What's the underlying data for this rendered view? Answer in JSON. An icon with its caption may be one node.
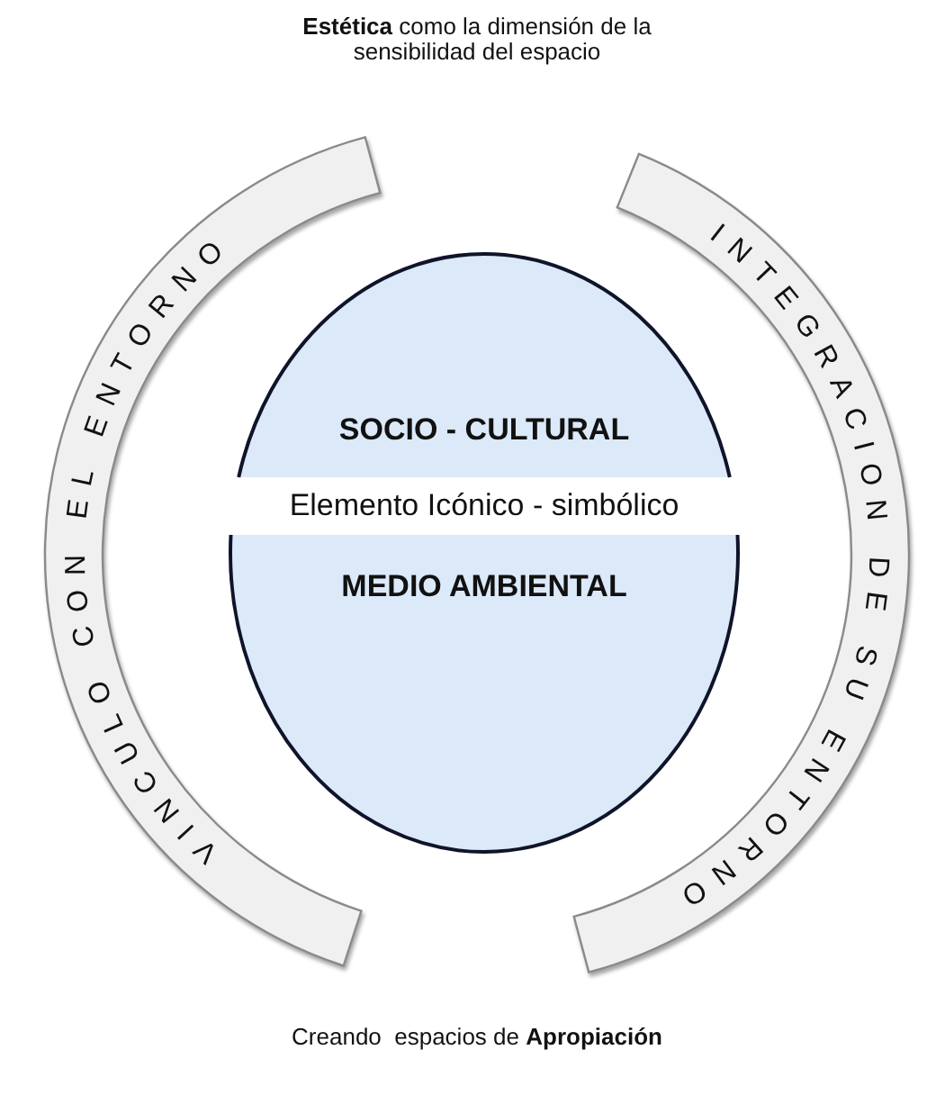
{
  "diagram": {
    "nodes": [
      {
        "text": [
          "VINCULO CON EL ENTORNO"
        ]
      },
      {
        "text": [
          "INTEGRACION DE SU ENTORNO"
        ]
      },
      {
        "text": [
          "SOCIO - CULTURAL"
        ]
      },
      {
        "text": [
          "MEDIO AMBIENTAL"
        ]
      }
    ],
    "labels": [
      "**Estética** como la dimensión de la sensibilidad del espacio",
      "Elemento Icónico - simbólico",
      "Creando  espacios de **Apropiación**"
    ]
  }
}
